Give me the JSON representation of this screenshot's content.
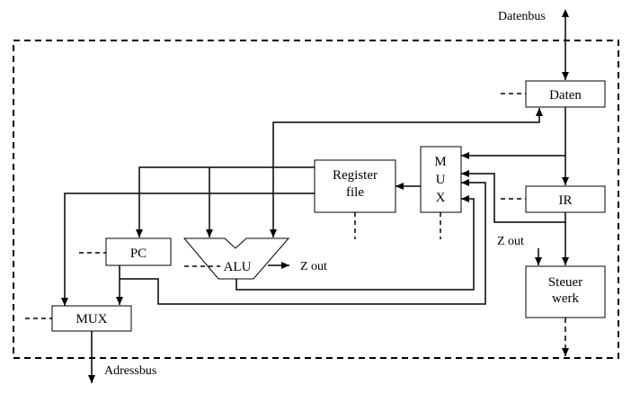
{
  "diagram": {
    "buses": {
      "data_bus": "Datenbus",
      "address_bus": "Adressbus"
    },
    "blocks": {
      "daten": "Daten",
      "ir": "IR",
      "steuerwerk_line1": "Steuer",
      "steuerwerk_line2": "werk",
      "register_file_line1": "Register",
      "register_file_line2": "file",
      "mux_right_letters": [
        "M",
        "U",
        "X"
      ],
      "pc": "PC",
      "alu": "ALU",
      "mux_left": "MUX"
    },
    "outputs": {
      "alu_z_out": "Z  out",
      "ir_z_out": "Z  out"
    }
  }
}
